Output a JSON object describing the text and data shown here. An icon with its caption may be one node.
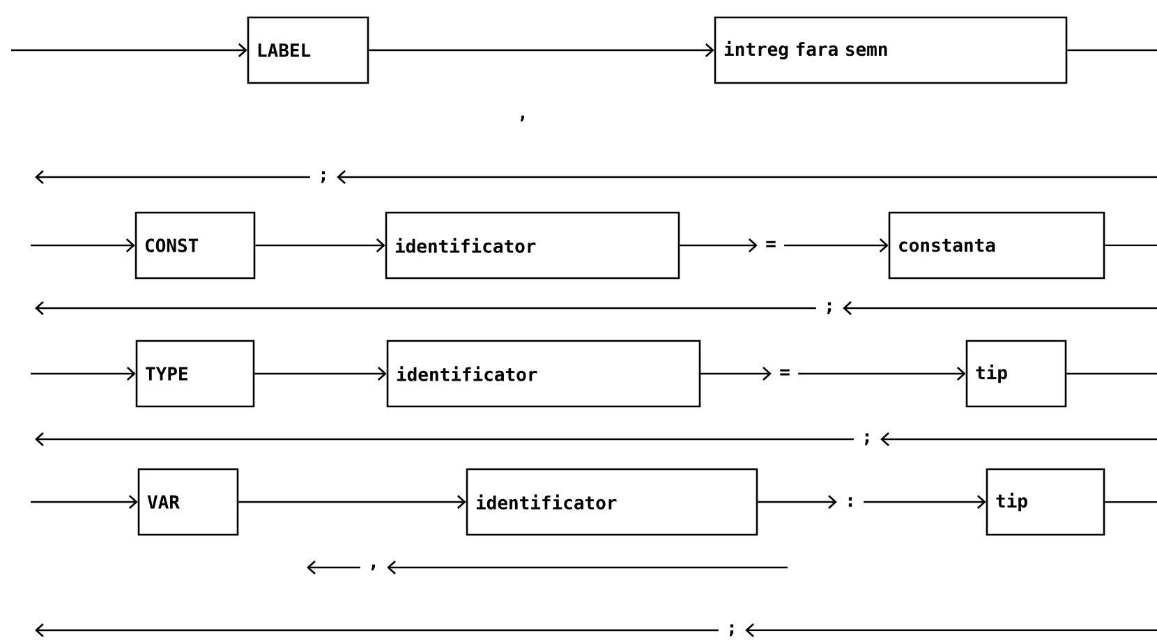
{
  "diagram": {
    "nodes": [
      {
        "text": [
          "LABEL"
        ]
      },
      {
        "text": [
          "intreg fara semn"
        ]
      },
      {
        "text": [
          ";"
        ]
      },
      {
        "text": [
          "CONST"
        ]
      },
      {
        "text": [
          "identificator"
        ]
      },
      {
        "text": [
          "="
        ]
      },
      {
        "text": [
          "constanta"
        ]
      },
      {
        "text": [
          ";"
        ]
      },
      {
        "text": [
          "TYPE"
        ]
      },
      {
        "text": [
          "identificator"
        ]
      },
      {
        "text": [
          "="
        ]
      },
      {
        "text": [
          "tip"
        ]
      },
      {
        "text": [
          ";"
        ]
      },
      {
        "text": [
          "VAR"
        ]
      },
      {
        "text": [
          "identificator"
        ]
      },
      {
        "text": [
          ":"
        ]
      },
      {
        "text": [
          "tip"
        ]
      },
      {
        "text": [
          ","
        ]
      },
      {
        "text": [
          ";"
        ]
      }
    ],
    "edges": [
      {
        "from": null,
        "to": 0,
        "arrow": "to"
      },
      {
        "from": 0,
        "to": 1,
        "arrow": "to"
      },
      {
        "from": 1,
        "to": null,
        "arrow": "none"
      },
      {
        "from": null,
        "to": 2,
        "arrow": "to"
      },
      {
        "from": 2,
        "to": null,
        "arrow": "to"
      },
      {
        "from": null,
        "to": 3,
        "arrow": "to"
      },
      {
        "from": 3,
        "to": 4,
        "arrow": "to"
      },
      {
        "from": 4,
        "to": 5,
        "arrow": "to"
      },
      {
        "from": 5,
        "to": 6,
        "arrow": "to"
      },
      {
        "from": 6,
        "to": null,
        "arrow": "none"
      },
      {
        "from": null,
        "to": 7,
        "arrow": "to"
      },
      {
        "from": 7,
        "to": null,
        "arrow": "to"
      },
      {
        "from": null,
        "to": 8,
        "arrow": "to"
      },
      {
        "from": 8,
        "to": 9,
        "arrow": "to"
      },
      {
        "from": 9,
        "to": 10,
        "arrow": "to"
      },
      {
        "from": 10,
        "to": 11,
        "arrow": "to"
      },
      {
        "from": 11,
        "to": null,
        "arrow": "none"
      },
      {
        "from": null,
        "to": 12,
        "arrow": "to"
      },
      {
        "from": 12,
        "to": null,
        "arrow": "to"
      },
      {
        "from": null,
        "to": 13,
        "arrow": "to"
      },
      {
        "from": 13,
        "to": 14,
        "arrow": "to"
      },
      {
        "from": 14,
        "to": 15,
        "arrow": "to"
      },
      {
        "from": 15,
        "to": 16,
        "arrow": "to"
      },
      {
        "from": 16,
        "to": null,
        "arrow": "none"
      },
      {
        "from": null,
        "to": 17,
        "arrow": "to"
      },
      {
        "from": 17,
        "to": null,
        "arrow": "to"
      },
      {
        "from": null,
        "to": 18,
        "arrow": "to"
      },
      {
        "from": 18,
        "to": null,
        "arrow": "to"
      }
    ],
    "labels": [
      ","
    ]
  }
}
